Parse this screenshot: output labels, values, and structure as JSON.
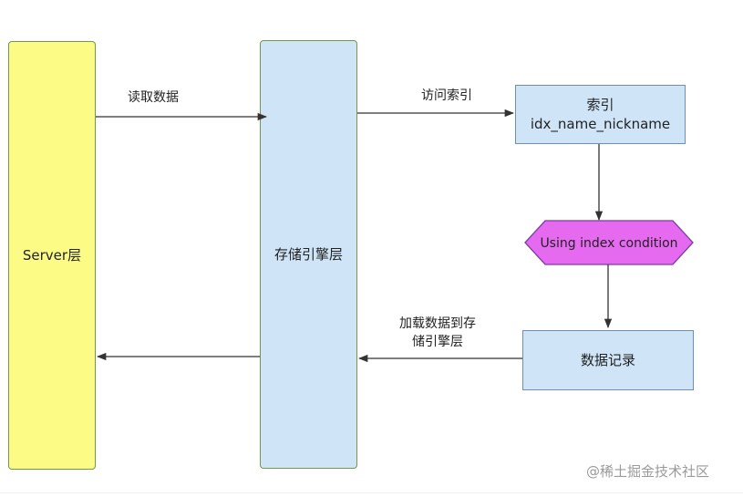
{
  "nodes": {
    "server_layer": "Server层",
    "storage_engine": "存储引擎层",
    "index_title": "索引",
    "index_name": "idx_name_nickname",
    "condition": "Using index condition",
    "data_record": "数据记录"
  },
  "edges": {
    "read_data": "读取数据",
    "access_index": "访问索引",
    "load_line1": "加载数据到存",
    "load_line2": "储引擎层"
  },
  "watermark": "@稀土掘金技术社区",
  "colors": {
    "server_fill": "#fbfb86",
    "engine_fill": "#cfe5f7",
    "condition_fill": "#e66af0",
    "border_green": "#6e9a4a"
  }
}
